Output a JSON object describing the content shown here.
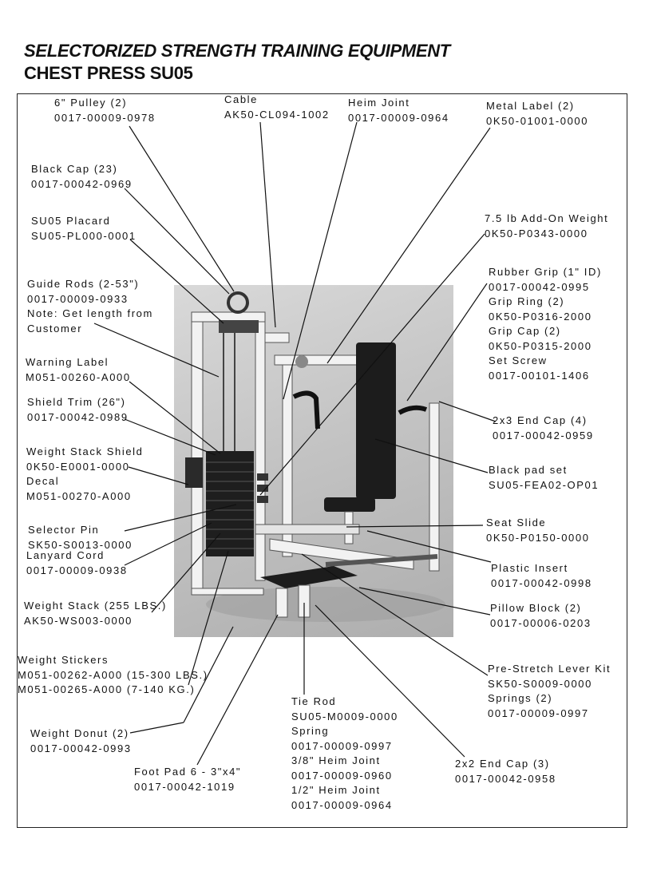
{
  "header": {
    "title_line1": "SELECTORIZED STRENGTH TRAINING EQUIPMENT",
    "title_line2": "CHEST PRESS SU05"
  },
  "callouts": [
    {
      "lines": [
        "6\" Pulley (2)",
        "0017-00009-0978"
      ]
    },
    {
      "lines": [
        "Cable",
        "AK50-CL094-1002"
      ]
    },
    {
      "lines": [
        "Heim Joint",
        "0017-00009-0964"
      ]
    },
    {
      "lines": [
        "Metal Label (2)",
        "0K50-01001-0000"
      ]
    },
    {
      "lines": [
        "Black Cap (23)",
        "0017-00042-0969"
      ]
    },
    {
      "lines": [
        "SU05 Placard",
        "SU05-PL000-0001"
      ]
    },
    {
      "lines": [
        "7.5 lb Add-On Weight",
        "0K50-P0343-0000"
      ]
    },
    {
      "lines": [
        "Rubber Grip (1\" ID)",
        "0017-00042-0995",
        "Grip Ring (2)",
        "0K50-P0316-2000",
        "Grip Cap (2)",
        "0K50-P0315-2000",
        "Set Screw",
        "0017-00101-1406"
      ]
    },
    {
      "lines": [
        "Guide Rods (2-53\")",
        "0017-00009-0933",
        "Note: Get length from",
        "Customer"
      ]
    },
    {
      "lines": [
        "Warning Label",
        "M051-00260-A000"
      ]
    },
    {
      "lines": [
        "Shield Trim (26\")",
        "0017-00042-0989"
      ]
    },
    {
      "lines": [
        "2x3 End Cap (4)",
        "0017-00042-0959"
      ]
    },
    {
      "lines": [
        "Weight Stack Shield",
        "0K50-E0001-0000",
        "Decal",
        "M051-00270-A000"
      ]
    },
    {
      "lines": [
        "Black pad set",
        "SU05-FEA02-OP01"
      ]
    },
    {
      "lines": [
        "Seat Slide",
        "0K50-P0150-0000"
      ]
    },
    {
      "lines": [
        "Selector Pin",
        "SK50-S0013-0000"
      ]
    },
    {
      "lines": [
        "Lanyard Cord",
        "0017-00009-0938"
      ]
    },
    {
      "lines": [
        "Plastic Insert",
        "0017-00042-0998"
      ]
    },
    {
      "lines": [
        "Weight Stack (255 LBS.)",
        "AK50-WS003-0000"
      ]
    },
    {
      "lines": [
        "Pillow Block (2)",
        "0017-00006-0203"
      ]
    },
    {
      "lines": [
        "Weight Stickers",
        "M051-00262-A000 (15-300 LBS.)",
        "M051-00265-A000 (7-140 KG.)"
      ]
    },
    {
      "lines": [
        "Pre-Stretch Lever Kit",
        "SK50-S0009-0000",
        "Springs (2)",
        "0017-00009-0997"
      ]
    },
    {
      "lines": [
        "Tie Rod",
        "SU05-M0009-0000",
        "Spring",
        "0017-00009-0997",
        "3/8\" Heim Joint",
        "0017-00009-0960",
        "1/2\" Heim Joint",
        "0017-00009-0964"
      ]
    },
    {
      "lines": [
        "Weight Donut (2)",
        "0017-00042-0993"
      ]
    },
    {
      "lines": [
        "Foot Pad 6 - 3\"x4\"",
        "0017-00042-1019"
      ]
    },
    {
      "lines": [
        "2x2 End Cap (3)",
        "0017-00042-0958"
      ]
    }
  ]
}
